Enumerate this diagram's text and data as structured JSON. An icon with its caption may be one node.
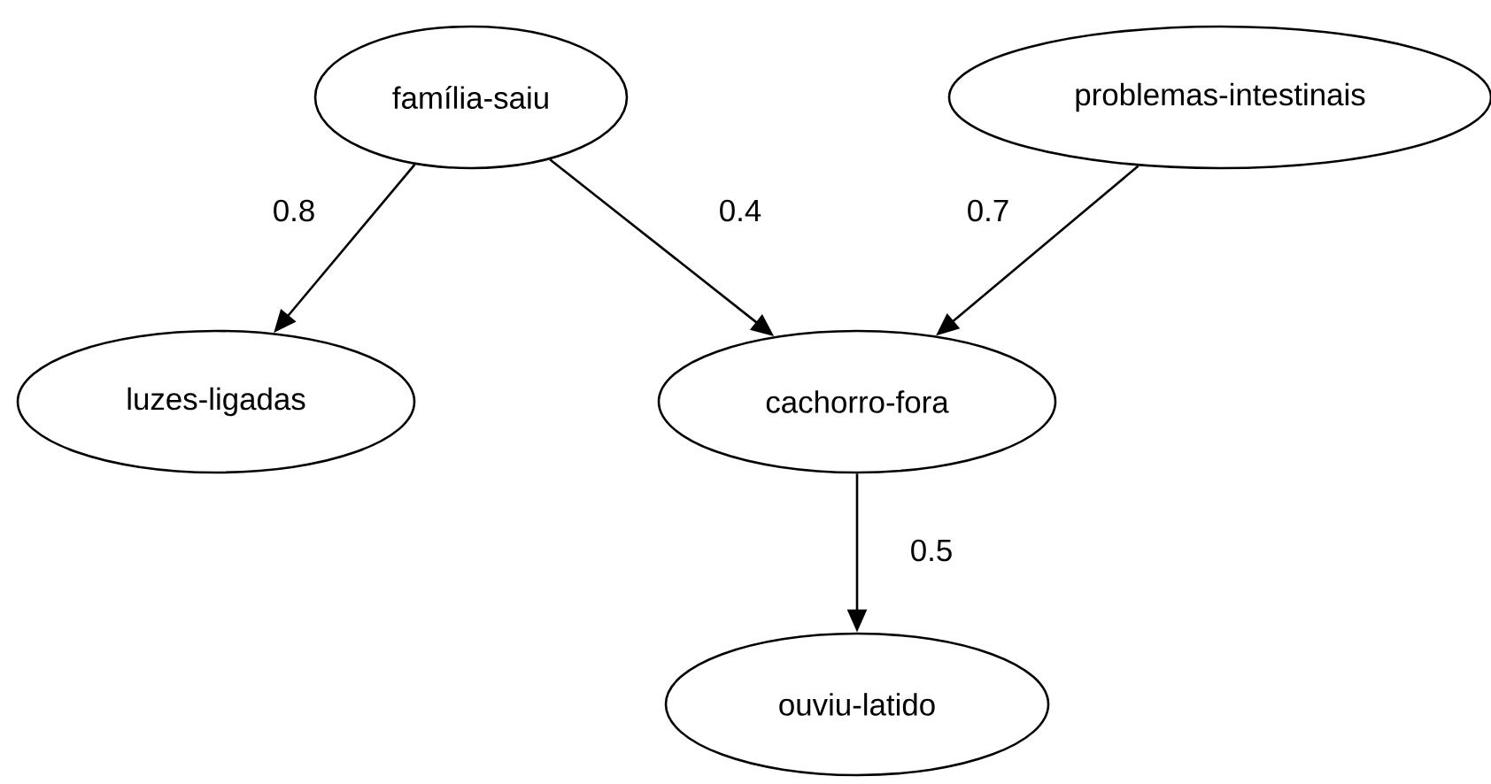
{
  "diagram": {
    "nodes": [
      {
        "text": [
          "família-saiu"
        ]
      },
      {
        "text": [
          "problemas-intestinais"
        ]
      },
      {
        "text": [
          "luzes-ligadas"
        ]
      },
      {
        "text": [
          "cachorro-fora"
        ]
      },
      {
        "text": [
          "ouviu-latido"
        ]
      }
    ],
    "edges": [
      {
        "from": 0,
        "to": 2,
        "arrow": "to",
        "label": "0.8"
      },
      {
        "from": 0,
        "to": 3,
        "arrow": "to",
        "label": "0.4"
      },
      {
        "from": 1,
        "to": 3,
        "arrow": "to",
        "label": "0.7"
      },
      {
        "from": 3,
        "to": 4,
        "arrow": "to",
        "label": "0.5"
      }
    ]
  }
}
